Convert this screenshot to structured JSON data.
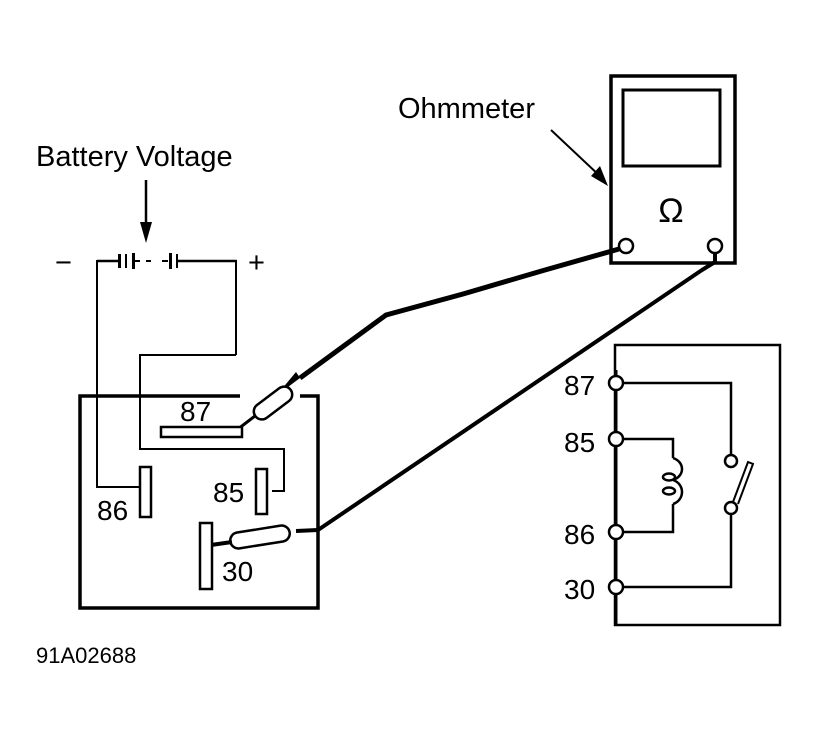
{
  "diagram": {
    "title_battery": "Battery Voltage",
    "title_ohmmeter": "Ohmmeter",
    "battery": {
      "minus_label": "−",
      "plus_label": "+"
    },
    "ohmmeter": {
      "symbol": "Ω",
      "icon": "ohm-symbol-icon"
    },
    "relay_physical": {
      "terminals": [
        "87",
        "86",
        "85",
        "30"
      ]
    },
    "relay_schematic": {
      "terminals": [
        "87",
        "85",
        "86",
        "30"
      ],
      "components": [
        "coil-icon",
        "switch-icon"
      ]
    },
    "figure_code": "91A02688",
    "colors": {
      "ink": "#000000",
      "background": "#ffffff"
    }
  }
}
